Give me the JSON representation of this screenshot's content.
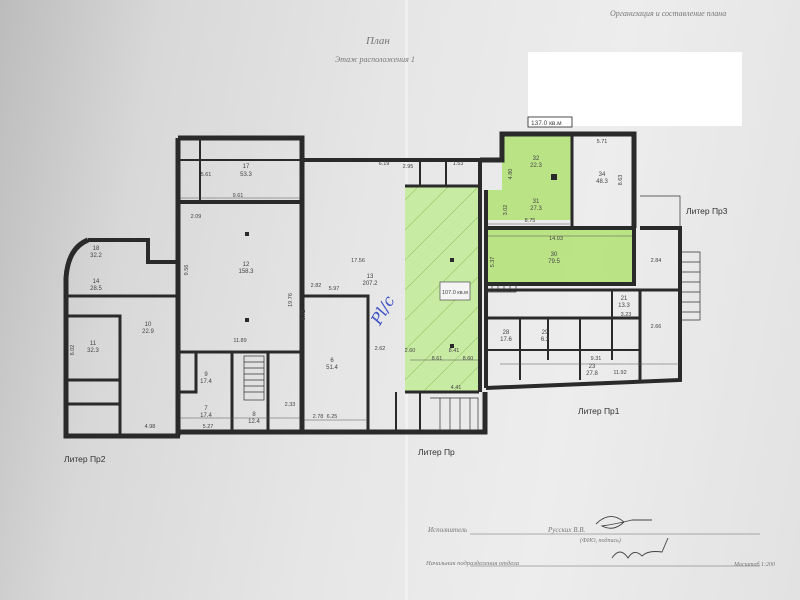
{
  "header": {
    "org": "Организация и составление плана",
    "title": "План",
    "floor": "Этаж расположения 1",
    "area_tag": "137.0 кв.м"
  },
  "liters": {
    "pr2": "Литер Пр2",
    "pr": "Литер Пр",
    "pr1": "Литер Пр1",
    "pr3": "Литер Пр3"
  },
  "footer": {
    "executor": "Исполнитель",
    "executor_name": "Русских В.В.",
    "sign_caption": "(ФИО, подпись)",
    "head": "Начальник подразделения отдела",
    "scale": "Масштаб 1:200"
  },
  "annotations": {
    "highlight_area": "107.0 кв.м",
    "handwritten": "Pl/c"
  },
  "rooms": [
    {
      "n": "17",
      "a": "53.3"
    },
    {
      "n": "18",
      "a": "32.2"
    },
    {
      "n": "14",
      "a": "28.5"
    },
    {
      "n": "12",
      "a": "158.3"
    },
    {
      "n": "11",
      "a": "32.3"
    },
    {
      "n": "13",
      "a": "207.2"
    },
    {
      "n": "10",
      "a": "22.9"
    },
    {
      "n": "9",
      "a": "17.4"
    },
    {
      "n": "7",
      "a": "17.4"
    },
    {
      "n": "8",
      "a": "12.4"
    },
    {
      "n": "6",
      "a": "51.4"
    },
    {
      "n": "32",
      "a": "22.3"
    },
    {
      "n": "31",
      "a": "27.3"
    },
    {
      "n": "30",
      "a": "79.5"
    },
    {
      "n": "34",
      "a": "48.3"
    },
    {
      "n": "28",
      "a": "17.6"
    },
    {
      "n": "23",
      "a": "27.8"
    },
    {
      "n": "29",
      "a": "6.2"
    },
    {
      "n": "21",
      "a": "13.3"
    }
  ],
  "dims": [
    "9.61",
    "5.61",
    "2.09",
    "9.56",
    "5.97",
    "17.56",
    "19.76",
    "11.89",
    "2.62",
    "2.60",
    "8.61",
    "8.60",
    "8.41",
    "4.41",
    "4.98",
    "6.25",
    "2.78",
    "5.27",
    "2.33",
    "8.63",
    "5.71",
    "4.80",
    "3.02",
    "8.75",
    "14.03",
    "5.37",
    "9.31",
    "11.92",
    "2.84",
    "3.23",
    "2.66",
    "6.02",
    "2.82",
    "6.71",
    "6.19",
    "2.95",
    "1.53"
  ]
}
